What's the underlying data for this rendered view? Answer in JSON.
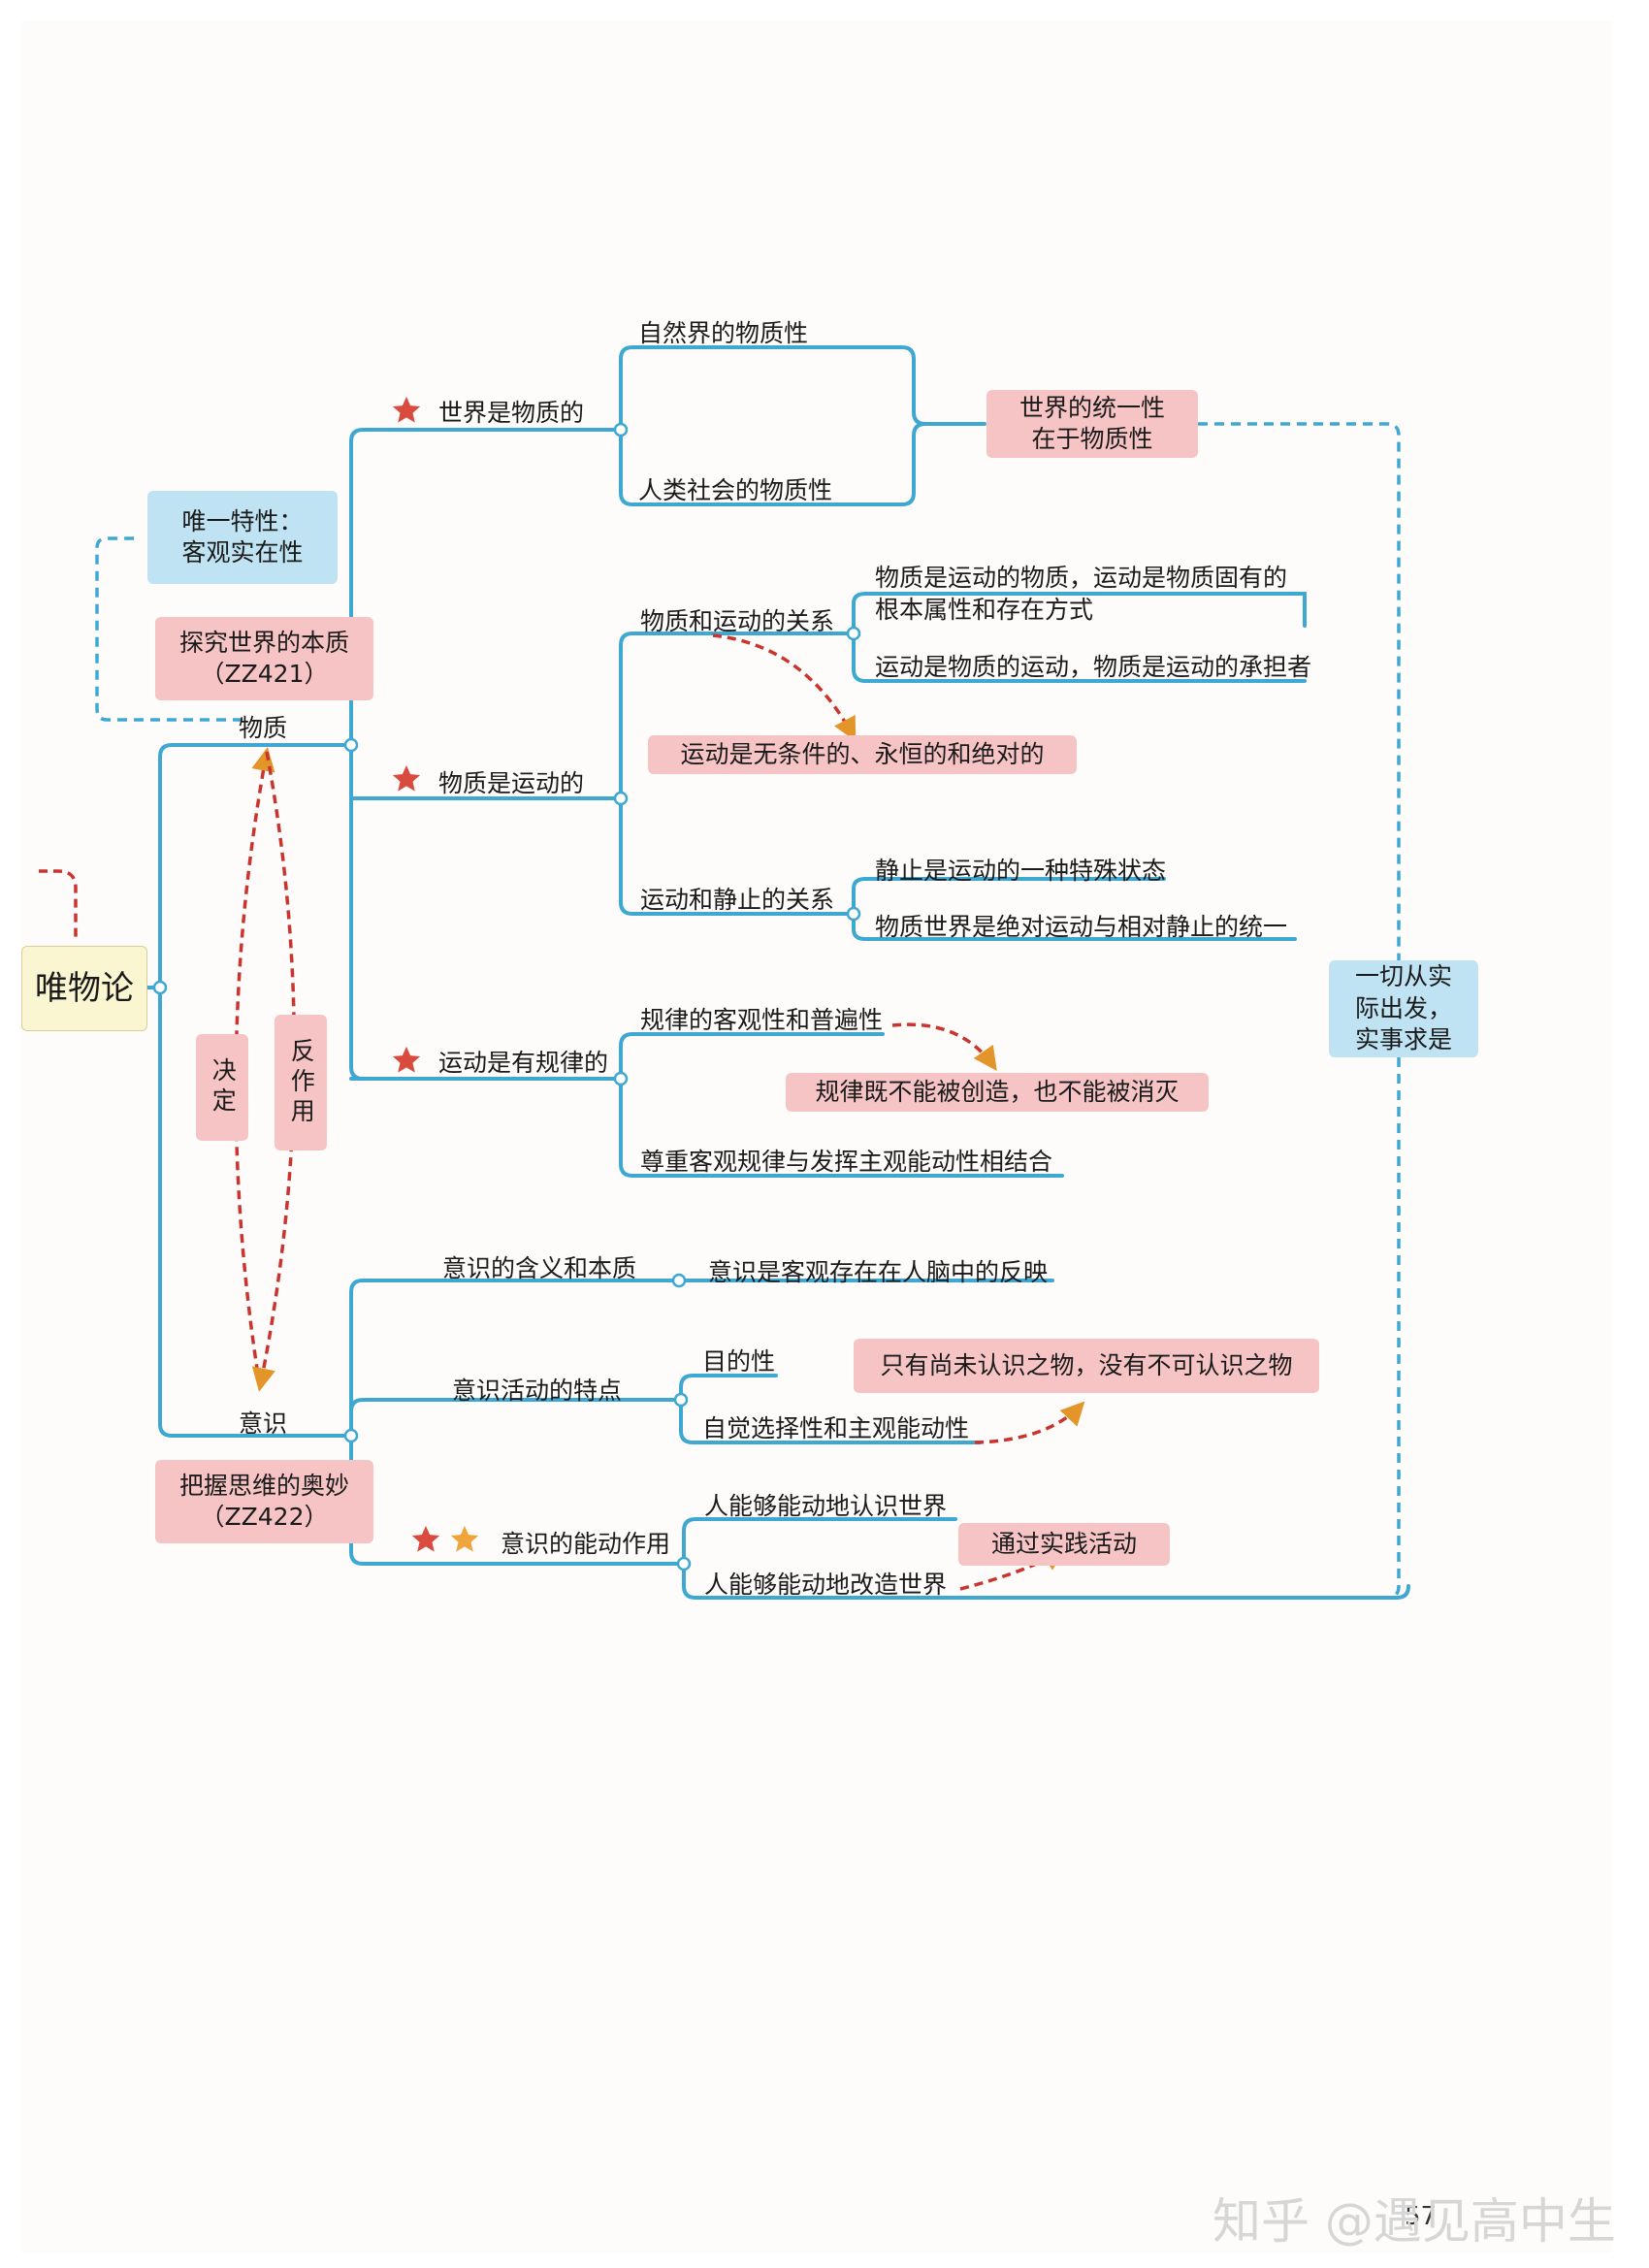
{
  "root": {
    "label": "唯物论"
  },
  "matter": {
    "label": "物质",
    "section_title": "探究世界的本质\n（ZZ421）",
    "unique_property": "唯一特性：\n客观实在性",
    "branches": {
      "world_material": {
        "label": "世界是物质的",
        "children": [
          "自然界的物质性",
          "人类社会的物质性"
        ],
        "conclusion": "世界的统一性\n在于物质性"
      },
      "matter_moving": {
        "label": "物质是运动的",
        "relation": {
          "label": "物质和运动的关系",
          "children": [
            "物质是运动的物质，运动是物质固有的\n根本属性和存在方式",
            "运动是物质的运动，物质是运动的承担者"
          ]
        },
        "highlight": "运动是无条件的、永恒的和绝对的",
        "rest": {
          "label": "运动和静止的关系",
          "children": [
            "静止是运动的一种特殊状态",
            "物质世界是绝对运动与相对静止的统一"
          ]
        }
      },
      "motion_law": {
        "label": "运动是有规律的",
        "children": [
          "规律的客观性和普遍性",
          "尊重客观规律与发挥主观能动性相结合"
        ],
        "highlight": "规律既不能被创造，也不能被消灭"
      }
    }
  },
  "relation_labels": {
    "decide": "决定",
    "react": "反作用"
  },
  "consciousness": {
    "label": "意识",
    "section_title": "把握思维的奥妙\n（ZZ422）",
    "branches": {
      "meaning": {
        "label": "意识的含义和本质",
        "child": "意识是客观存在在人脑中的反映"
      },
      "features": {
        "label": "意识活动的特点",
        "children": [
          "目的性",
          "自觉选择性和主观能动性"
        ],
        "highlight": "只有尚未认识之物，没有不可认识之物"
      },
      "initiative": {
        "label": "意识的能动作用",
        "children": [
          "人能够能动地认识世界",
          "人能够能动地改造世界"
        ],
        "highlight": "通过实践活动"
      }
    }
  },
  "conclusion": "一切从实\n际出发，\n实事求是",
  "footer": {
    "page_number": "57",
    "watermark": "知乎 @遇见高中生"
  },
  "colors": {
    "line": "#3ea8d2",
    "arrow": "#c9352e",
    "pink": "#f6c4c4",
    "blue": "#bfe3f2",
    "star": "#d94a3f",
    "star_gold": "#f0a43c"
  }
}
